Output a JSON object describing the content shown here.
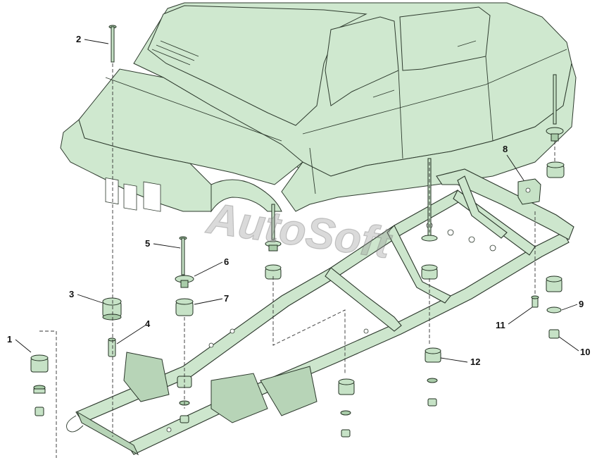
{
  "watermark": "AutoSoft",
  "callouts": [
    {
      "id": "1",
      "label": "1"
    },
    {
      "id": "2",
      "label": "2"
    },
    {
      "id": "3",
      "label": "3"
    },
    {
      "id": "4",
      "label": "4"
    },
    {
      "id": "5",
      "label": "5"
    },
    {
      "id": "6",
      "label": "6"
    },
    {
      "id": "7",
      "label": "7"
    },
    {
      "id": "8",
      "label": "8"
    },
    {
      "id": "9",
      "label": "9"
    },
    {
      "id": "10",
      "label": "10"
    },
    {
      "id": "11",
      "label": "11"
    },
    {
      "id": "12",
      "label": "12"
    }
  ],
  "colors": {
    "part_fill": "#c6e2c6",
    "outline": "#223022",
    "background": "#ffffff"
  }
}
